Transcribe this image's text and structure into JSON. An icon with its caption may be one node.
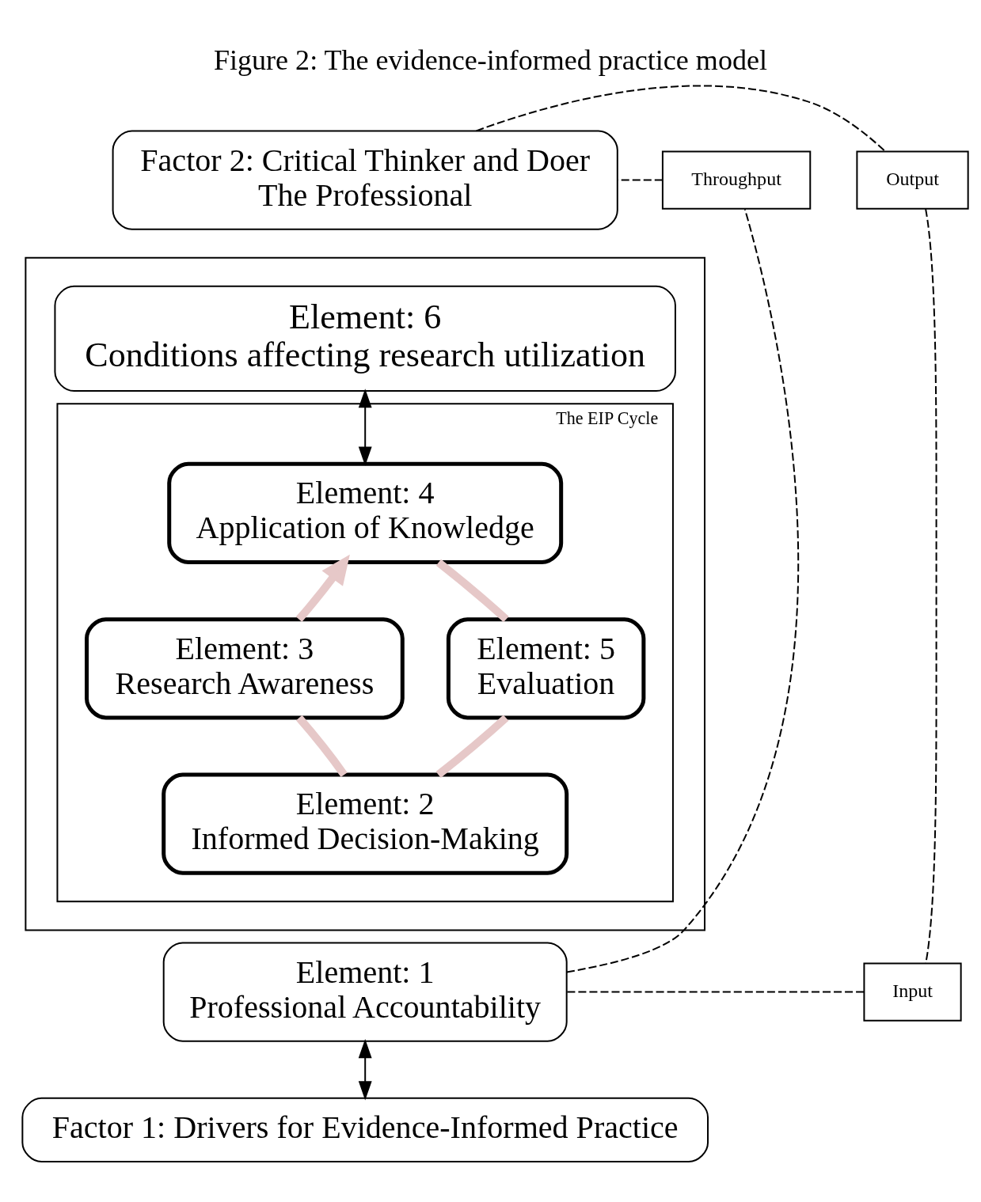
{
  "diagram": {
    "title": "Figure 2: The evidence-informed practice model",
    "nodes": [
      {
        "text": [
          "Factor 2: Critical Thinker and Doer",
          "The Professional"
        ]
      },
      {
        "text": [],
        "shape": "box"
      },
      {
        "text": [
          "Element: 6",
          "Conditions affecting research utilization"
        ],
        "in": 1
      },
      {
        "text": [
          "The EIP Cycle"
        ],
        "in": 1
      },
      {
        "text": [
          "Element: 4",
          "Application of Knowledge"
        ],
        "in": 3
      },
      {
        "text": [
          "Element: 3",
          "Research Awareness"
        ],
        "in": 3
      },
      {
        "text": [
          "Element: 5",
          "Evaluation"
        ],
        "in": 3
      },
      {
        "text": [
          "Element: 2",
          "Informed Decision-Making"
        ],
        "in": 3
      },
      {
        "text": [
          "Element: 1",
          "Professional Accountability"
        ]
      },
      {
        "text": [
          "Factor 1: Drivers for Evidence-Informed Practice"
        ]
      },
      {
        "text": [
          "Output"
        ]
      },
      {
        "text": [
          "Throughput"
        ]
      },
      {
        "text": [
          "Input"
        ]
      }
    ],
    "edges": [
      {
        "from": 2,
        "to": 4,
        "arrow": "both"
      },
      {
        "from": 8,
        "to": 9,
        "arrow": "both"
      },
      {
        "from": 7,
        "to": 5,
        "arrow": "none",
        "style": "thick",
        "color": "#e6c8c8"
      },
      {
        "from": 5,
        "to": 4,
        "arrow": "to",
        "style": "thick",
        "color": "#e6c8c8"
      },
      {
        "from": 4,
        "to": 6,
        "arrow": "none",
        "style": "thick",
        "color": "#e6c8c8"
      },
      {
        "from": 6,
        "to": 7,
        "arrow": "none",
        "style": "thick",
        "color": "#e6c8c8"
      },
      {
        "from": 8,
        "to": 11,
        "arrow": "none",
        "style": "dashed"
      },
      {
        "from": 11,
        "to": 0,
        "arrow": "none",
        "style": "dashed"
      },
      {
        "from": 0,
        "to": 10,
        "arrow": "none",
        "style": "dashed"
      },
      {
        "from": 10,
        "to": 12,
        "arrow": "none",
        "style": "dashed"
      },
      {
        "from": 12,
        "to": 8,
        "arrow": "none",
        "style": "dashed"
      }
    ]
  }
}
